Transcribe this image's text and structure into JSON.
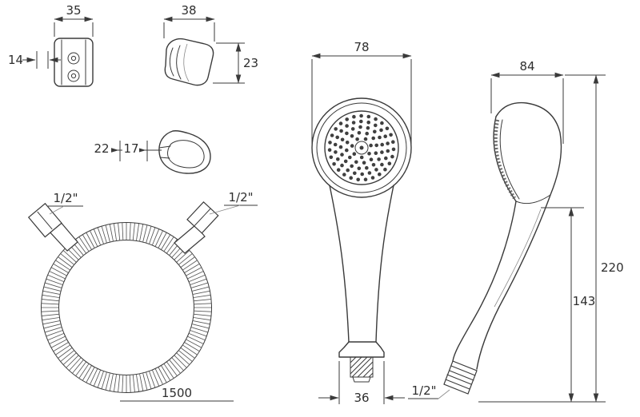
{
  "page": {
    "background": "#ffffff",
    "line_color": "#3a3a3a"
  },
  "views": {
    "bracket_front": {
      "title": "wall bracket front view",
      "dims": {
        "width": "35",
        "depth": "14"
      }
    },
    "bracket_side": {
      "title": "wall bracket side view",
      "dims": {
        "width": "38",
        "height": "23"
      }
    },
    "holder": {
      "title": "holder cup view",
      "dims": {
        "outer": "22",
        "inner": "17"
      }
    },
    "hose": {
      "title": "shower hose",
      "dims": {
        "left_thread": "1/2\"",
        "right_thread": "1/2\"",
        "length": "1500"
      }
    },
    "front": {
      "title": "hand shower front view",
      "dims": {
        "head_diameter": "78",
        "outlet_width": "36"
      }
    },
    "side": {
      "title": "hand shower side view",
      "dims": {
        "head_width": "84",
        "total_height": "220",
        "grip_height": "143",
        "thread": "1/2\""
      }
    }
  }
}
